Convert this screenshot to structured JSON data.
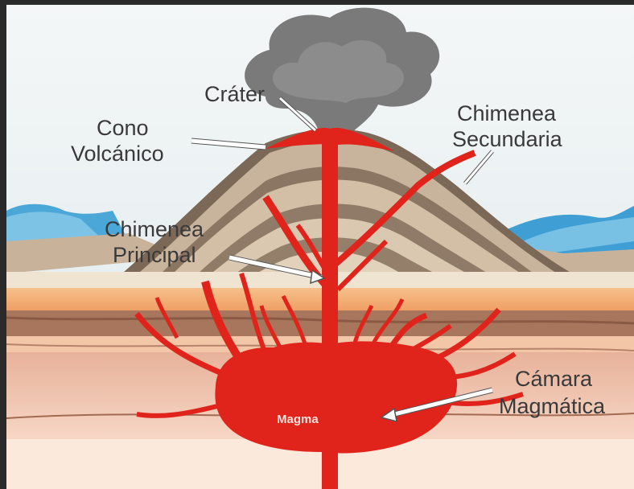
{
  "labels": {
    "crater": "Cráter",
    "cone_line1": "Cono",
    "cone_line2": "Volcánico",
    "secondary_line1": "Chimenea",
    "secondary_line2": "Secundaria",
    "main_line1": "Chimenea",
    "main_line2": "Principal",
    "chamber_line1": "Cámara",
    "chamber_line2": "Magmática",
    "magma": "Magma"
  },
  "colors": {
    "sky": "#e6eef0",
    "smoke": "#7d7d7d",
    "lava": "#e3221b",
    "water": "#3f9fd4",
    "cone_light": "#c8b49c",
    "cone_dark": "#7d6a58",
    "crust_orange": "#f0a46e",
    "crust_brown": "#a9785e"
  }
}
